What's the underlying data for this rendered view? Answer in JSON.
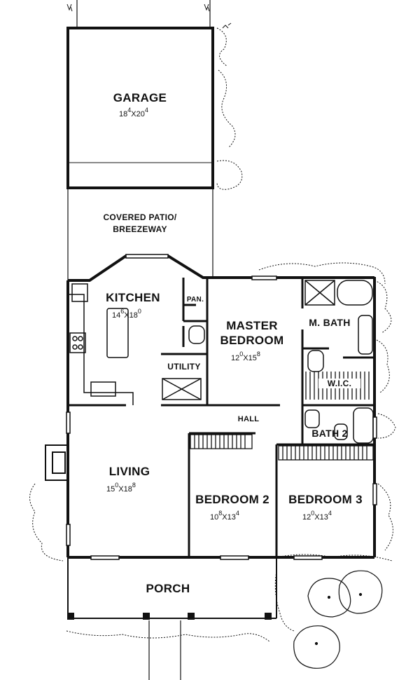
{
  "rooms": {
    "garage": {
      "name": "GARAGE",
      "w": "18",
      "w_sup": "4",
      "x": "X",
      "h": "20",
      "h_sup": "4"
    },
    "patio": {
      "line1": "COVERED PATIO/",
      "line2": "BREEZEWAY"
    },
    "kitchen": {
      "name": "KITCHEN",
      "w": "14",
      "w_sup": "6",
      "x": "X",
      "h": "18",
      "h_sup": "0"
    },
    "pantry": {
      "name": "PAN."
    },
    "utility": {
      "name": "UTILITY"
    },
    "master": {
      "line1": "MASTER",
      "line2": "BEDROOM",
      "w": "12",
      "w_sup": "0",
      "x": "X",
      "h": "15",
      "h_sup": "8"
    },
    "mbath": {
      "name": "M. BATH"
    },
    "wic": {
      "name": "W.I.C."
    },
    "hall": {
      "name": "HALL"
    },
    "bath2": {
      "name": "BATH 2"
    },
    "living": {
      "name": "LIVING",
      "w": "15",
      "w_sup": "0",
      "x": "X",
      "h": "18",
      "h_sup": "8"
    },
    "bedroom2": {
      "name": "BEDROOM 2",
      "w": "10",
      "w_sup": "8",
      "x": "X",
      "h": "13",
      "h_sup": "4"
    },
    "bedroom3": {
      "name": "BEDROOM 3",
      "w": "12",
      "w_sup": "0",
      "x": "X",
      "h": "13",
      "h_sup": "4"
    },
    "porch": {
      "name": "PORCH"
    }
  },
  "colors": {
    "ink": "#111111",
    "paper": "#ffffff"
  }
}
